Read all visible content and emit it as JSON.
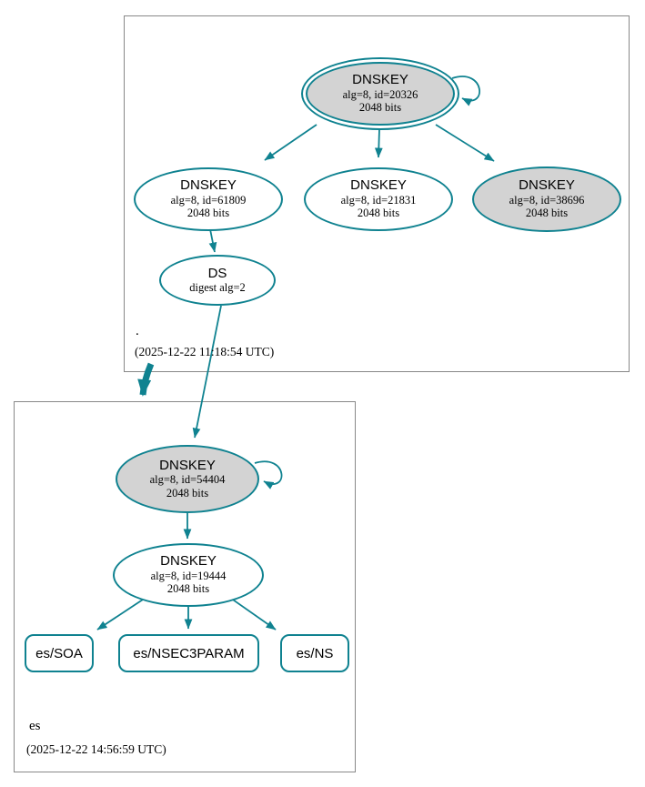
{
  "colors": {
    "edge_teal": "#0f8290",
    "node_gray_fill": "#d3d3d3",
    "node_white_fill": "#ffffff",
    "zone_box_border": "#888888",
    "text": "#000000"
  },
  "zones": {
    "root": {
      "label": ".",
      "timestamp": "(2025-12-22 11:18:54 UTC)",
      "nodes": {
        "ksk20326": {
          "title": "DNSKEY",
          "detail1": "alg=8, id=20326",
          "detail2": "2048 bits"
        },
        "zsk61809": {
          "title": "DNSKEY",
          "detail1": "alg=8, id=61809",
          "detail2": "2048 bits"
        },
        "zsk21831": {
          "title": "DNSKEY",
          "detail1": "alg=8, id=21831",
          "detail2": "2048 bits"
        },
        "ksk38696": {
          "title": "DNSKEY",
          "detail1": "alg=8, id=38696",
          "detail2": "2048 bits"
        },
        "ds": {
          "title": "DS",
          "detail1": "digest alg=2"
        }
      }
    },
    "es": {
      "label": "es",
      "timestamp": "(2025-12-22 14:56:59 UTC)",
      "nodes": {
        "ksk54404": {
          "title": "DNSKEY",
          "detail1": "alg=8, id=54404",
          "detail2": "2048 bits"
        },
        "zsk19444": {
          "title": "DNSKEY",
          "detail1": "alg=8, id=19444",
          "detail2": "2048 bits"
        },
        "soa": {
          "label": "es/SOA"
        },
        "nsec3param": {
          "label": "es/NSEC3PARAM"
        },
        "ns": {
          "label": "es/NS"
        }
      }
    }
  }
}
